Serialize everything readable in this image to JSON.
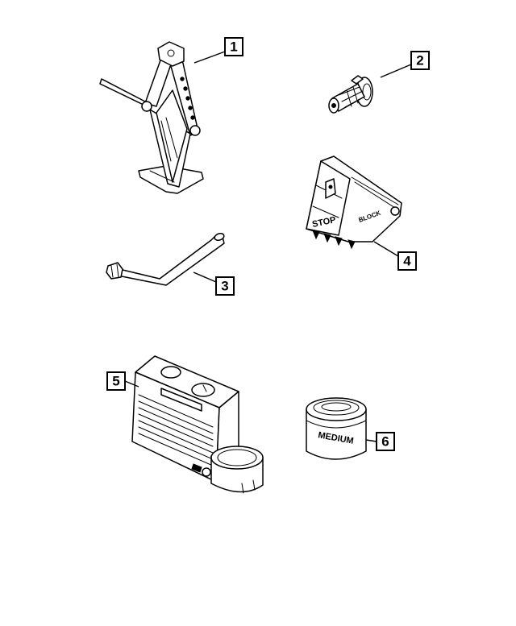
{
  "callouts": [
    {
      "id": "1",
      "label": "1"
    },
    {
      "id": "2",
      "label": "2"
    },
    {
      "id": "3",
      "label": "3"
    },
    {
      "id": "4",
      "label": "4"
    },
    {
      "id": "5",
      "label": "5"
    },
    {
      "id": "6",
      "label": "6"
    }
  ],
  "parts": {
    "jack": {
      "icon": "scissor-jack-icon"
    },
    "valve": {
      "icon": "valve-insert-icon"
    },
    "handle": {
      "icon": "jack-handle-rod-icon"
    },
    "chock": {
      "icon": "wheel-chock-icon",
      "marking_1": "STOP",
      "marking_2": "BLOCK"
    },
    "compressor": {
      "icon": "tire-inflator-compressor-icon"
    },
    "sealant": {
      "icon": "sealant-canister-icon",
      "label": "MEDIUM"
    }
  }
}
